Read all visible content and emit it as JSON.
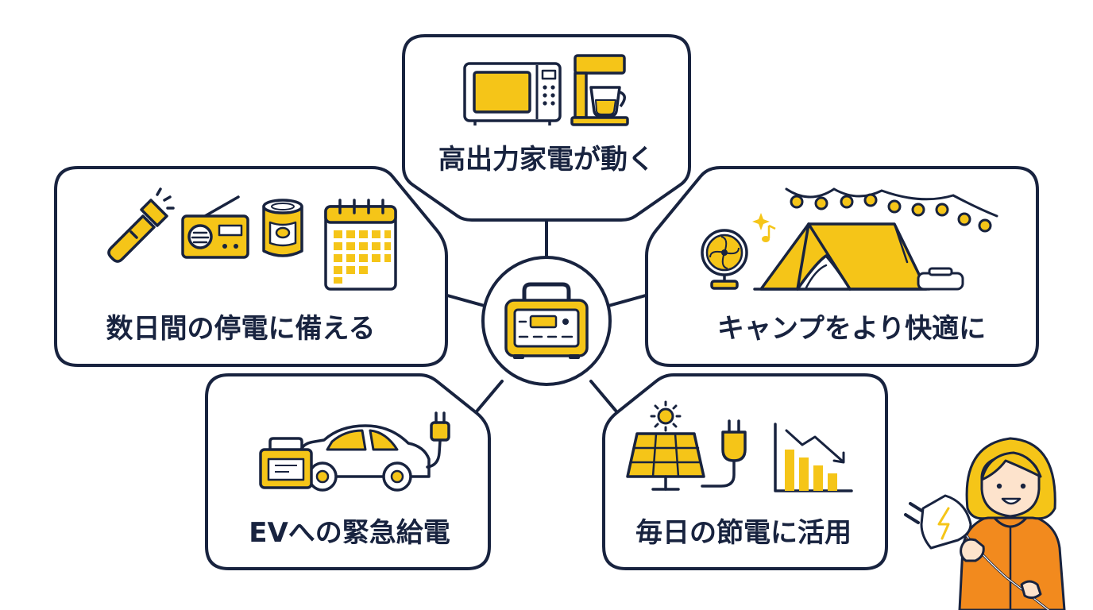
{
  "colors": {
    "navy": "#18233f",
    "yellow": "#f5c518",
    "orange": "#f28a1e",
    "skin": "#fde3cc",
    "white": "#ffffff"
  },
  "hub": {
    "icon": "portable-power-station-icon"
  },
  "cards": [
    {
      "id": "appliances",
      "title": "高出力家電が動く",
      "icons": [
        "microwave-icon",
        "coffee-maker-icon"
      ]
    },
    {
      "id": "outage",
      "title": "数日間の停電に備える",
      "icons": [
        "flashlight-icon",
        "radio-icon",
        "canned-food-icon",
        "calendar-icon"
      ]
    },
    {
      "id": "camping",
      "title": "キャンプをより快適に",
      "icons": [
        "string-lights-icon",
        "electric-fan-icon",
        "tent-icon",
        "sparkle-icon",
        "music-note-icon"
      ]
    },
    {
      "id": "ev",
      "title": "EVへの緊急給電",
      "icons": [
        "power-station-icon",
        "electric-car-icon",
        "plug-icon"
      ]
    },
    {
      "id": "saving",
      "title": "毎日の節電に活用",
      "icons": [
        "sun-icon",
        "solar-panel-icon",
        "plug-icon",
        "declining-bar-chart-icon"
      ]
    }
  ],
  "character": {
    "icon": "woman-holding-plug-icon"
  }
}
